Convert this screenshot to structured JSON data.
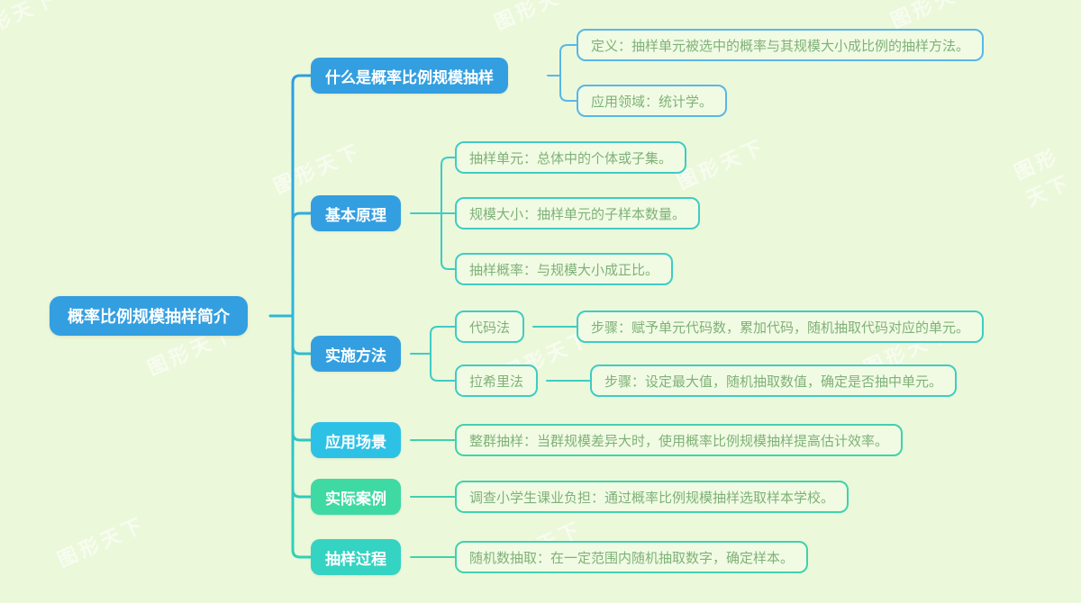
{
  "watermark": {
    "text": "图形天下"
  },
  "colors": {
    "background": "#ecf8da",
    "branch_blue": "#339fe0",
    "branch_cyan": "#2ec1e6",
    "branch_mint": "#3fd9a4",
    "branch_teal": "#35d3c2",
    "leaf_border_blue": "#58b7e8",
    "leaf_border_teal": "#3fccc4",
    "leaf_border_green": "#3fd2ae",
    "leaf_text_green": "#7fb179",
    "node_text_white": "#ffffff"
  },
  "map": {
    "root": {
      "label": "概率比例规模抽样简介"
    },
    "branches": [
      {
        "label": "什么是概率比例规模抽样",
        "children": [
          {
            "label": "定义：抽样单元被选中的概率与其规模大小成比例的抽样方法。"
          },
          {
            "label": "应用领域：统计学。"
          }
        ]
      },
      {
        "label": "基本原理",
        "children": [
          {
            "label": "抽样单元：总体中的个体或子集。"
          },
          {
            "label": "规模大小：抽样单元的子样本数量。"
          },
          {
            "label": "抽样概率：与规模大小成正比。"
          }
        ]
      },
      {
        "label": "实施方法",
        "children": [
          {
            "label": "代码法",
            "children": [
              {
                "label": "步骤：赋予单元代码数，累加代码，随机抽取代码对应的单元。"
              }
            ]
          },
          {
            "label": "拉希里法",
            "children": [
              {
                "label": "步骤：设定最大值，随机抽取数值，确定是否抽中单元。"
              }
            ]
          }
        ]
      },
      {
        "label": "应用场景",
        "children": [
          {
            "label": "整群抽样：当群规模差异大时，使用概率比例规模抽样提高估计效率。"
          }
        ]
      },
      {
        "label": "实际案例",
        "children": [
          {
            "label": "调查小学生课业负担：通过概率比例规模抽样选取样本学校。"
          }
        ]
      },
      {
        "label": "抽样过程",
        "children": [
          {
            "label": "随机数抽取：在一定范围内随机抽取数字，确定样本。"
          }
        ]
      }
    ]
  }
}
